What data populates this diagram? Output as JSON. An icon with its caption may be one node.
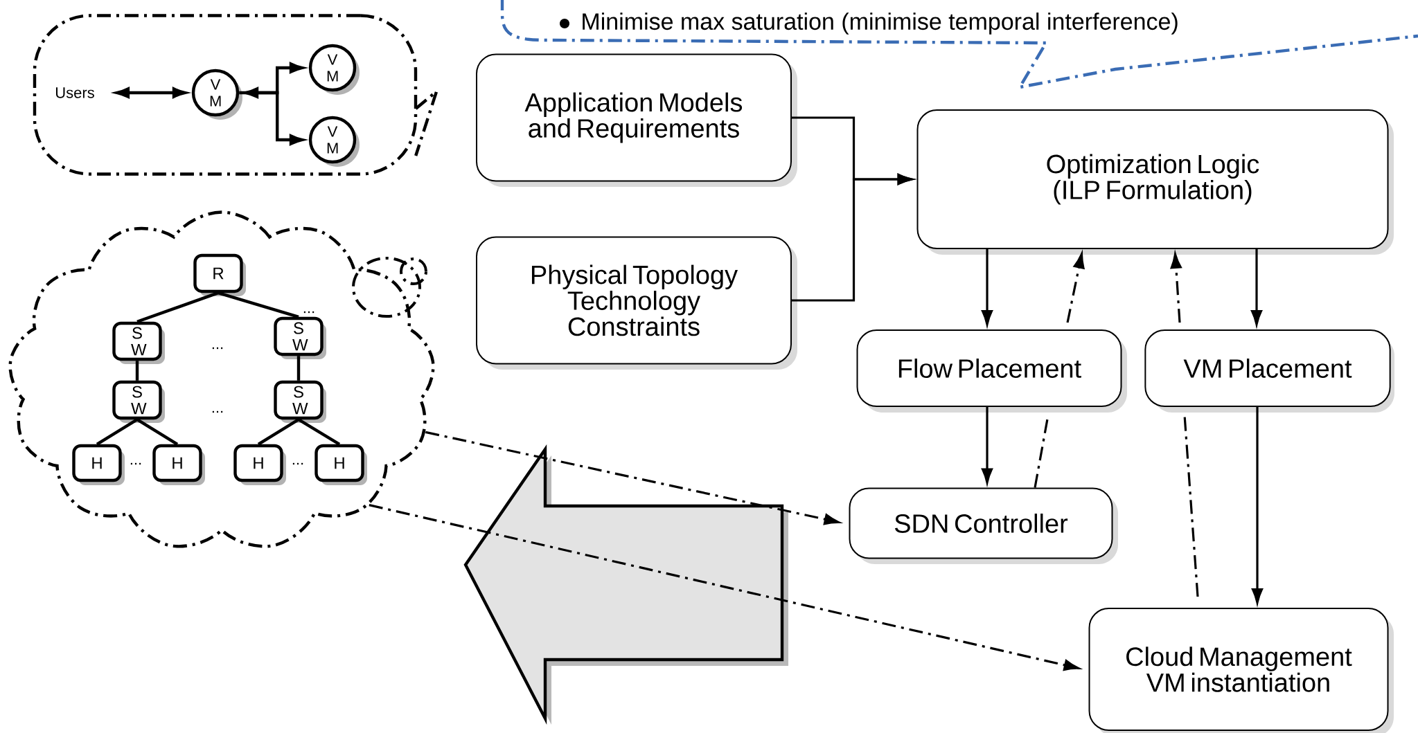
{
  "diagram": {
    "nodes": [
      {
        "text": [],
        "shape": "box"
      },
      {
        "text": [
          "Users"
        ],
        "in": 0
      },
      {
        "text": [
          "V M"
        ],
        "in": 0
      },
      {
        "text": [
          "V M"
        ],
        "in": 0
      },
      {
        "text": [
          "V M"
        ],
        "in": 0
      },
      {
        "text": [],
        "shape": "cloud"
      },
      {
        "text": [
          "R"
        ],
        "in": 5
      },
      {
        "text": [
          "S W"
        ],
        "in": 5
      },
      {
        "text": [
          "S W"
        ],
        "in": 5
      },
      {
        "text": [
          "S W"
        ],
        "in": 5
      },
      {
        "text": [
          "S W"
        ],
        "in": 5
      },
      {
        "text": [
          "H"
        ],
        "in": 5
      },
      {
        "text": [
          "H"
        ],
        "in": 5
      },
      {
        "text": [
          "H"
        ],
        "in": 5
      },
      {
        "text": [
          "H"
        ],
        "in": 5
      },
      {
        "text": [
          "Application Models and Requirements"
        ]
      },
      {
        "text": [
          "Physical Topology Technology Constraints"
        ]
      },
      {
        "text": [
          "Optimization Logic (ILP Formulation)"
        ]
      },
      {
        "text": [
          "Flow Placement"
        ]
      },
      {
        "text": [
          "VM Placement"
        ]
      },
      {
        "text": [
          "SDN Controller"
        ]
      },
      {
        "text": [
          "Cloud Management VM instantiation"
        ]
      }
    ],
    "edges": [
      {
        "from": 1,
        "to": 2,
        "arrow": "both"
      },
      {
        "from": 2,
        "to": 3,
        "arrow": "to"
      },
      {
        "from": 2,
        "to": 4,
        "arrow": "both"
      },
      {
        "from": 6,
        "to": 7,
        "arrow": "none"
      },
      {
        "from": 6,
        "to": 8,
        "arrow": "none"
      },
      {
        "from": 7,
        "to": 9,
        "arrow": "none"
      },
      {
        "from": 8,
        "to": 10,
        "arrow": "none"
      },
      {
        "from": 9,
        "to": 11,
        "arrow": "none"
      },
      {
        "from": 9,
        "to": 12,
        "arrow": "none"
      },
      {
        "from": 10,
        "to": 13,
        "arrow": "none"
      },
      {
        "from": 10,
        "to": 14,
        "arrow": "none"
      },
      {
        "from": 15,
        "to": 17,
        "arrow": "to"
      },
      {
        "from": 16,
        "to": 17,
        "arrow": "to"
      },
      {
        "from": 17,
        "to": 18,
        "arrow": "to"
      },
      {
        "from": 18,
        "to": 17,
        "arrow": "to",
        "style": "dashed"
      },
      {
        "from": 19,
        "to": 17,
        "arrow": "to",
        "style": "dashed"
      },
      {
        "from": 17,
        "to": 19,
        "arrow": "to"
      },
      {
        "from": 18,
        "to": 20,
        "arrow": "to"
      },
      {
        "from": 20,
        "to": 18,
        "arrow": "none",
        "style": "dashed"
      },
      {
        "from": 21,
        "to": 19,
        "arrow": "none",
        "style": "dashed"
      },
      {
        "from": 19,
        "to": 21,
        "arrow": "to"
      },
      {
        "from": 5,
        "to": 20,
        "arrow": "to",
        "style": "dashed"
      },
      {
        "from": 5,
        "to": 21,
        "arrow": "to",
        "style": "dashed"
      }
    ],
    "labels": [
      "Minimise max saturation (minimise temporal interference)",
      "...",
      "...",
      "...",
      "...",
      "..."
    ]
  }
}
